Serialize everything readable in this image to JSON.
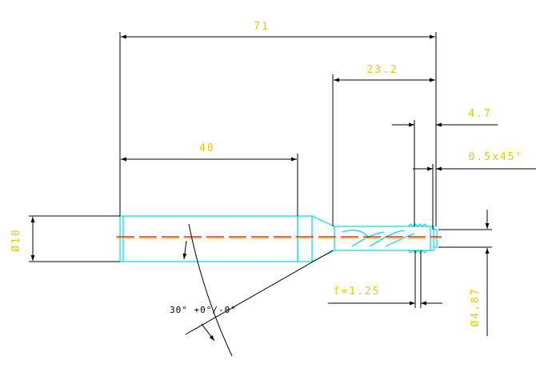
{
  "colors": {
    "dimension_line": "#000000",
    "dimension_text": "#e8c800",
    "angle_text": "#000000",
    "part_outline": "#00d8e8",
    "centerline_red": "#e00000",
    "centerline_yellow": "#e8c800",
    "background": "#ffffff"
  },
  "dimensions": {
    "overall_length": "71",
    "flute_length": "23.2",
    "tip_length": "4.7",
    "chamfer": "0.5x45°",
    "shank_length": "40",
    "shank_diameter": "Ø10",
    "pitch": "f=1.25",
    "tip_diameter": "Ø4.87",
    "neck_angle": "30° +0°/-0°"
  }
}
